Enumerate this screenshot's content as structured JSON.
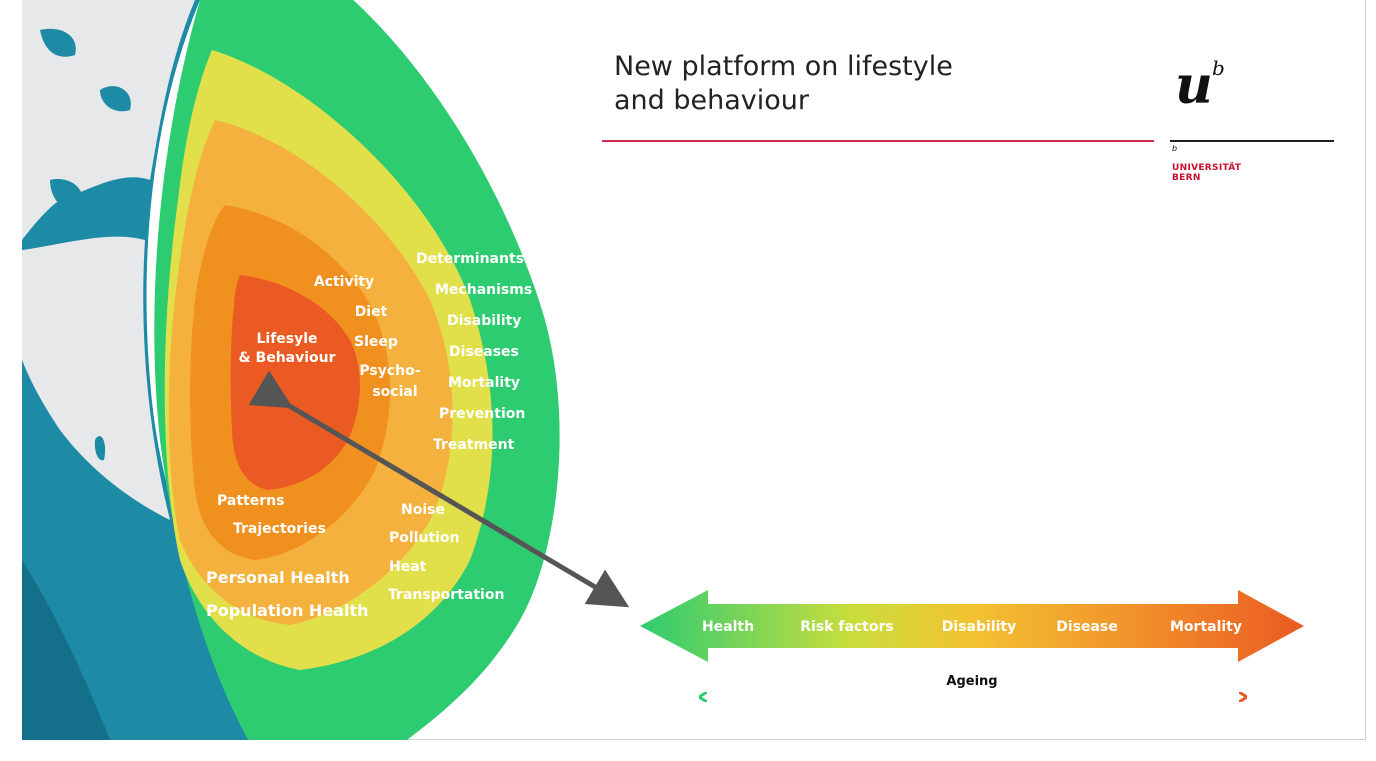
{
  "title": {
    "line1": "New platform on lifestyle",
    "line2": "and behaviour"
  },
  "logo": {
    "mark": "u",
    "superscript": "b",
    "small_b": "b",
    "line1": "UNIVERSITÄT",
    "line2": "BERN"
  },
  "core": {
    "label_line1": "Lifesyle",
    "label_line2": "& Behaviour"
  },
  "inner_factors": [
    "Activity",
    "Diet",
    "Sleep",
    "Psycho-",
    "social"
  ],
  "outcomes": [
    "Determinants",
    "Mechanisms",
    "Disability",
    "Diseases",
    "Mortality",
    "Prevention",
    "Treatment"
  ],
  "patterns": [
    "Patterns",
    "Trajectories"
  ],
  "environment": [
    "Noise",
    "Pollution",
    "Heat",
    "Transportation"
  ],
  "health_levels": [
    "Personal Health",
    "Population Health"
  ],
  "spectrum": {
    "stages": [
      "Health",
      "Risk factors",
      "Disability",
      "Disease",
      "Mortality"
    ],
    "ageing_label": "Ageing"
  },
  "colors": {
    "green": "#2ecc71",
    "yellow": "#e2e04a",
    "light_orange": "#f5b13d",
    "orange": "#f0901e",
    "red_orange": "#ea5a22",
    "accent_red": "#d6274c"
  }
}
